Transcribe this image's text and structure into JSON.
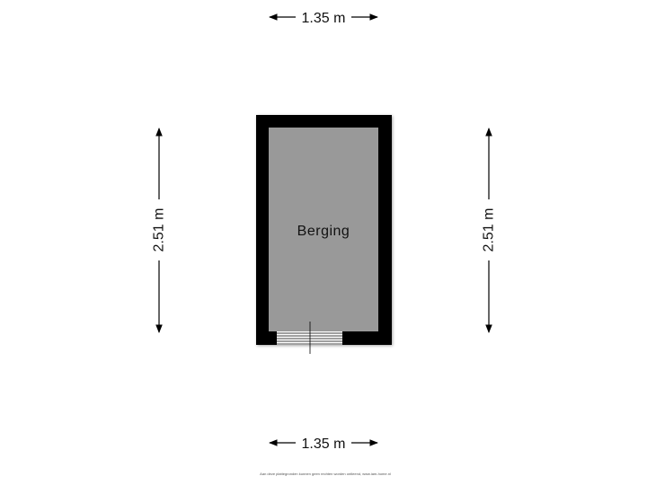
{
  "dimensions": {
    "top_width": "1.35 m",
    "bottom_width": "1.35 m",
    "left_height": "2.51 m",
    "right_height": "2.51 m"
  },
  "room": {
    "name": "Berging"
  },
  "footer": {
    "disclaimer": "Aan deze plattegronden kunnen geen rechten worden ontleend, www.iam-home.nl"
  },
  "colors": {
    "wall": "#000000",
    "floor": "#999999",
    "dimension_line": "#000000",
    "background": "#ffffff"
  }
}
